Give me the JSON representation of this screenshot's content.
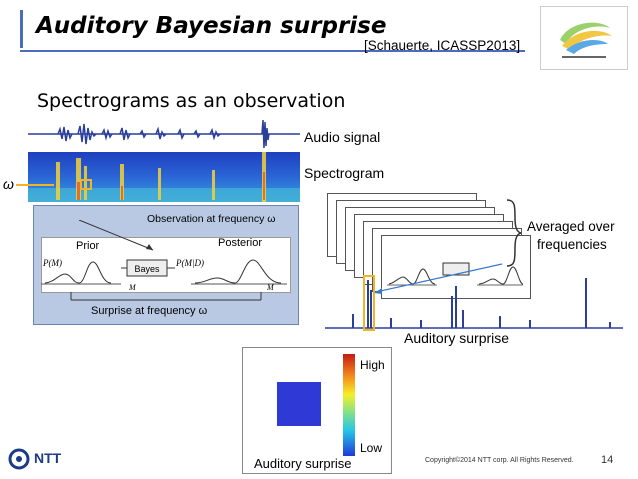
{
  "header": {
    "title": "Auditory Bayesian surprise",
    "citation": "[Schauerte, ICASSP2013]"
  },
  "subtitle": "Spectrograms as an observation",
  "labels": {
    "audio_signal": "Audio signal",
    "spectrogram": "Spectrogram",
    "omega": "ω",
    "observation": "Observation at frequency ω",
    "prior": "Prior",
    "posterior": "Posterior",
    "surprise_at_freq": "Surprise at frequency ω",
    "averaged_line1": "Averaged over",
    "averaged_line2": "frequencies",
    "auditory_surprise": "Auditory surprise"
  },
  "diagram": {
    "bayes": "Bayes",
    "pm": "P(M)",
    "pmd": "P(M|D)",
    "m": "M"
  },
  "colorbar": {
    "high": "High",
    "low": "Low",
    "caption": "Auditory surprise"
  },
  "footer": {
    "brand": "NTT",
    "copyright": "Copyright©2014 NTT corp. All Rights Reserved.",
    "page": "14"
  },
  "colors": {
    "accent": "#4d6bbd",
    "highlight": "#f0b429",
    "surprise_blue": "#2f39d6"
  }
}
